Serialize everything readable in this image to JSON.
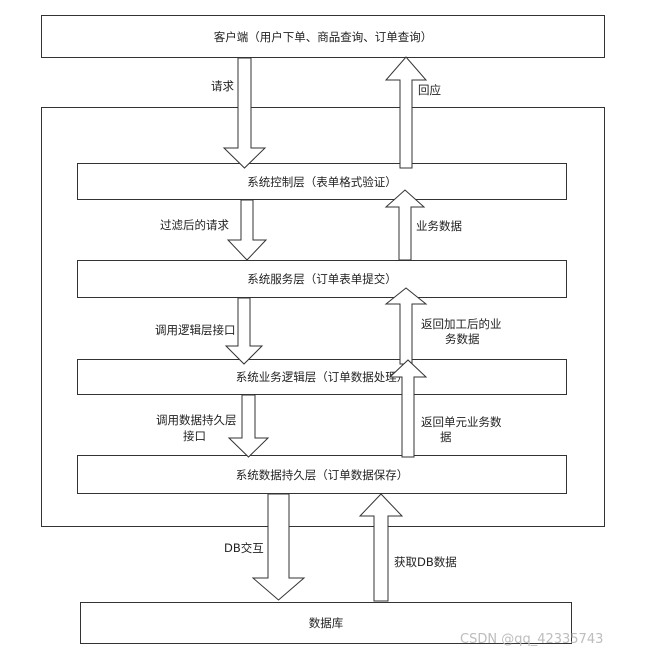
{
  "client": "客户端（用户下单、商品查询、订单查询）",
  "layers": [
    "系统控制层（表单格式验证）",
    "系统服务层（订单表单提交）",
    "系统业务逻辑层（订单数据处理）",
    "系统数据持久层（订单数据保存）"
  ],
  "database": "数据库",
  "down_labels": {
    "request": "请求",
    "filtered_request": "过滤后的请求",
    "call_logic_1": "调用逻辑层接口",
    "call_persist_1": "调用数据持久层",
    "call_persist_2": "接口",
    "db_interact": "DB交互"
  },
  "up_labels": {
    "response": "回应",
    "business_data": "业务数据",
    "return_processed_1": "返回加工后的业",
    "return_processed_2": "务数据",
    "return_unit_1": "返回单元业务数",
    "return_unit_2": "据",
    "get_db_data": "获取DB数据"
  },
  "watermark": "CSDN @qq_42335743"
}
